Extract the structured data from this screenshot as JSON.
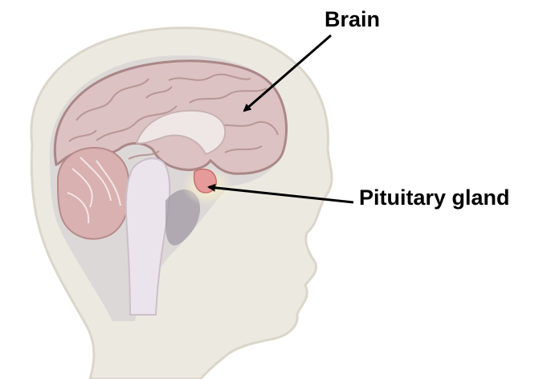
{
  "labels": {
    "brain": "Brain",
    "pituitary": "Pituitary gland"
  },
  "colors": {
    "head_fill": "#ece9e1",
    "head_outline": "#d8d3c8",
    "brain_fill": "#dcc1c1",
    "brain_outline": "#a98383",
    "gyri_lines": "#b89595",
    "cerebellum_fill": "#d7b2b2",
    "brainstem_fill": "#ece4ec",
    "ventricle_fill": "#e9e6e1",
    "shadow_fill": "#9d95a3",
    "pituitary_fill": "#e79a9a",
    "pituitary_glow": "#fff2c2",
    "arrow": "#000000",
    "text": "#000000"
  },
  "icons": {
    "head": "head-silhouette",
    "brain": "brain",
    "pituitary": "pituitary-gland"
  }
}
